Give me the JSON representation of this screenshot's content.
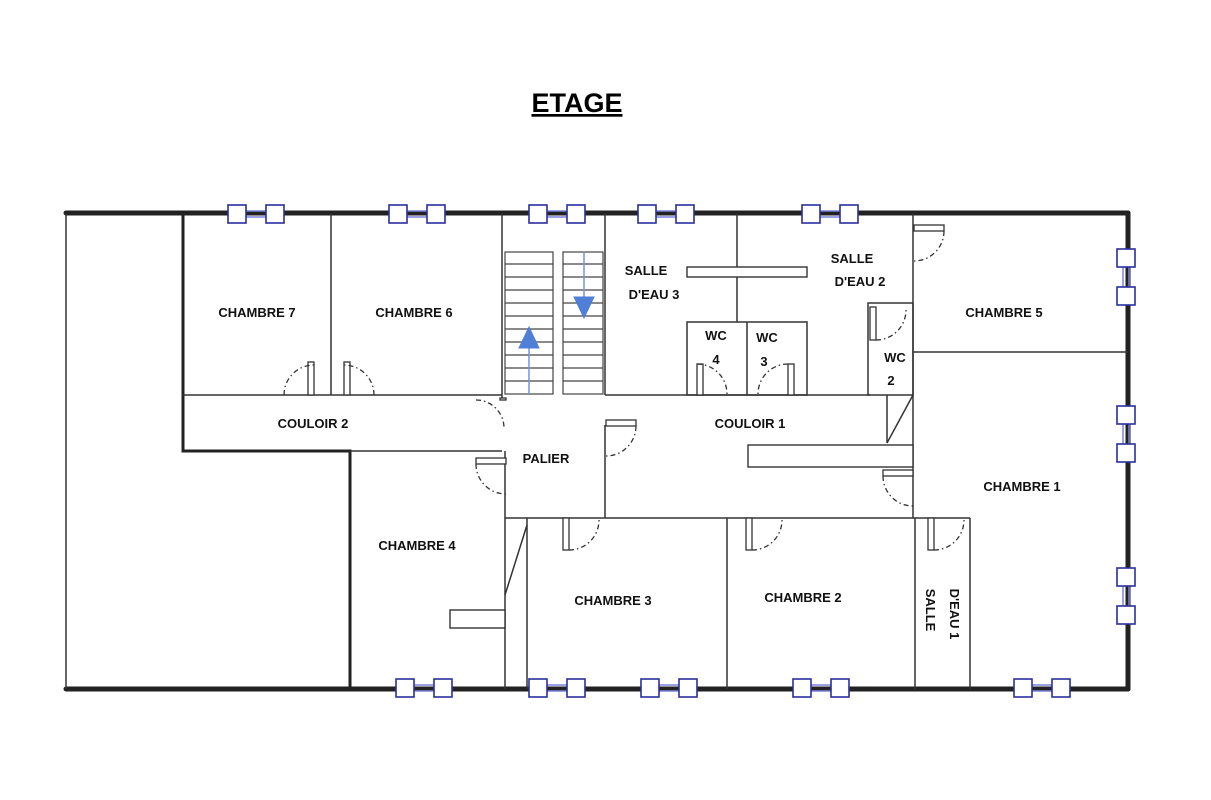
{
  "title": "ETAGE",
  "rooms": {
    "chambre7": "CHAMBRE 7",
    "chambre6": "CHAMBRE 6",
    "salle_eau3_l1": "SALLE",
    "salle_eau3_l2": "D'EAU 3",
    "salle_eau2_l1": "SALLE",
    "salle_eau2_l2": "D'EAU 2",
    "chambre5": "CHAMBRE 5",
    "wc4_l1": "WC",
    "wc4_l2": "4",
    "wc3_l1": "WC",
    "wc3_l2": "3",
    "wc2_l1": "WC",
    "wc2_l2": "2",
    "couloir2": "COULOIR 2",
    "couloir1": "COULOIR 1",
    "palier": "PALIER",
    "chambre1": "CHAMBRE 1",
    "chambre4": "CHAMBRE 4",
    "chambre3": "CHAMBRE 3",
    "chambre2": "CHAMBRE 2",
    "salle_eau1_l1": "SALLE",
    "salle_eau1_l2": "D'EAU 1"
  },
  "colors": {
    "walls": "#222222",
    "windows": "#2b2f9e",
    "stair_arrows": "#4f7fd6"
  }
}
